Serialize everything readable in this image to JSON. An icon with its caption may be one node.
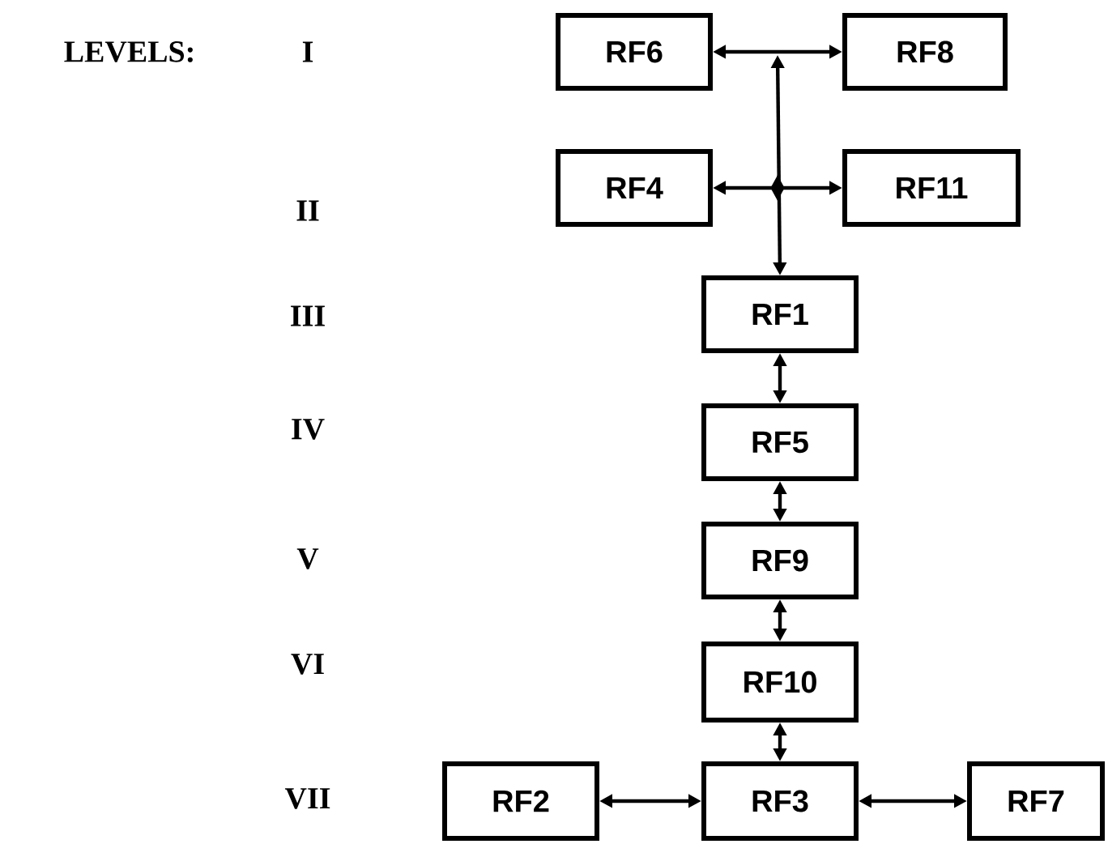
{
  "diagram": {
    "nodes": [
      {
        "text": [
          "RF6"
        ]
      },
      {
        "text": [
          "RF8"
        ]
      },
      {
        "text": [
          "RF4"
        ]
      },
      {
        "text": [
          "RF11"
        ]
      },
      {
        "text": [
          "RF1"
        ]
      },
      {
        "text": [
          "RF5"
        ]
      },
      {
        "text": [
          "RF9"
        ]
      },
      {
        "text": [
          "RF10"
        ]
      },
      {
        "text": [
          "RF2"
        ]
      },
      {
        "text": [
          "RF3"
        ]
      },
      {
        "text": [
          "RF7"
        ]
      }
    ],
    "edges": [
      {
        "from": 0,
        "to": 1,
        "arrow": "both"
      },
      {
        "from": 2,
        "to": 3,
        "arrow": "both"
      },
      {
        "from": 4,
        "to": 0,
        "arrow": "both"
      },
      {
        "from": 4,
        "to": 5,
        "arrow": "both"
      },
      {
        "from": 5,
        "to": 6,
        "arrow": "both"
      },
      {
        "from": 6,
        "to": 7,
        "arrow": "both"
      },
      {
        "from": 7,
        "to": 9,
        "arrow": "both"
      },
      {
        "from": 8,
        "to": 9,
        "arrow": "both"
      },
      {
        "from": 9,
        "to": 10,
        "arrow": "both"
      }
    ],
    "labels": [
      "LEVELS:",
      "I",
      "II",
      "III",
      "IV",
      "V",
      "VI",
      "VII"
    ]
  }
}
